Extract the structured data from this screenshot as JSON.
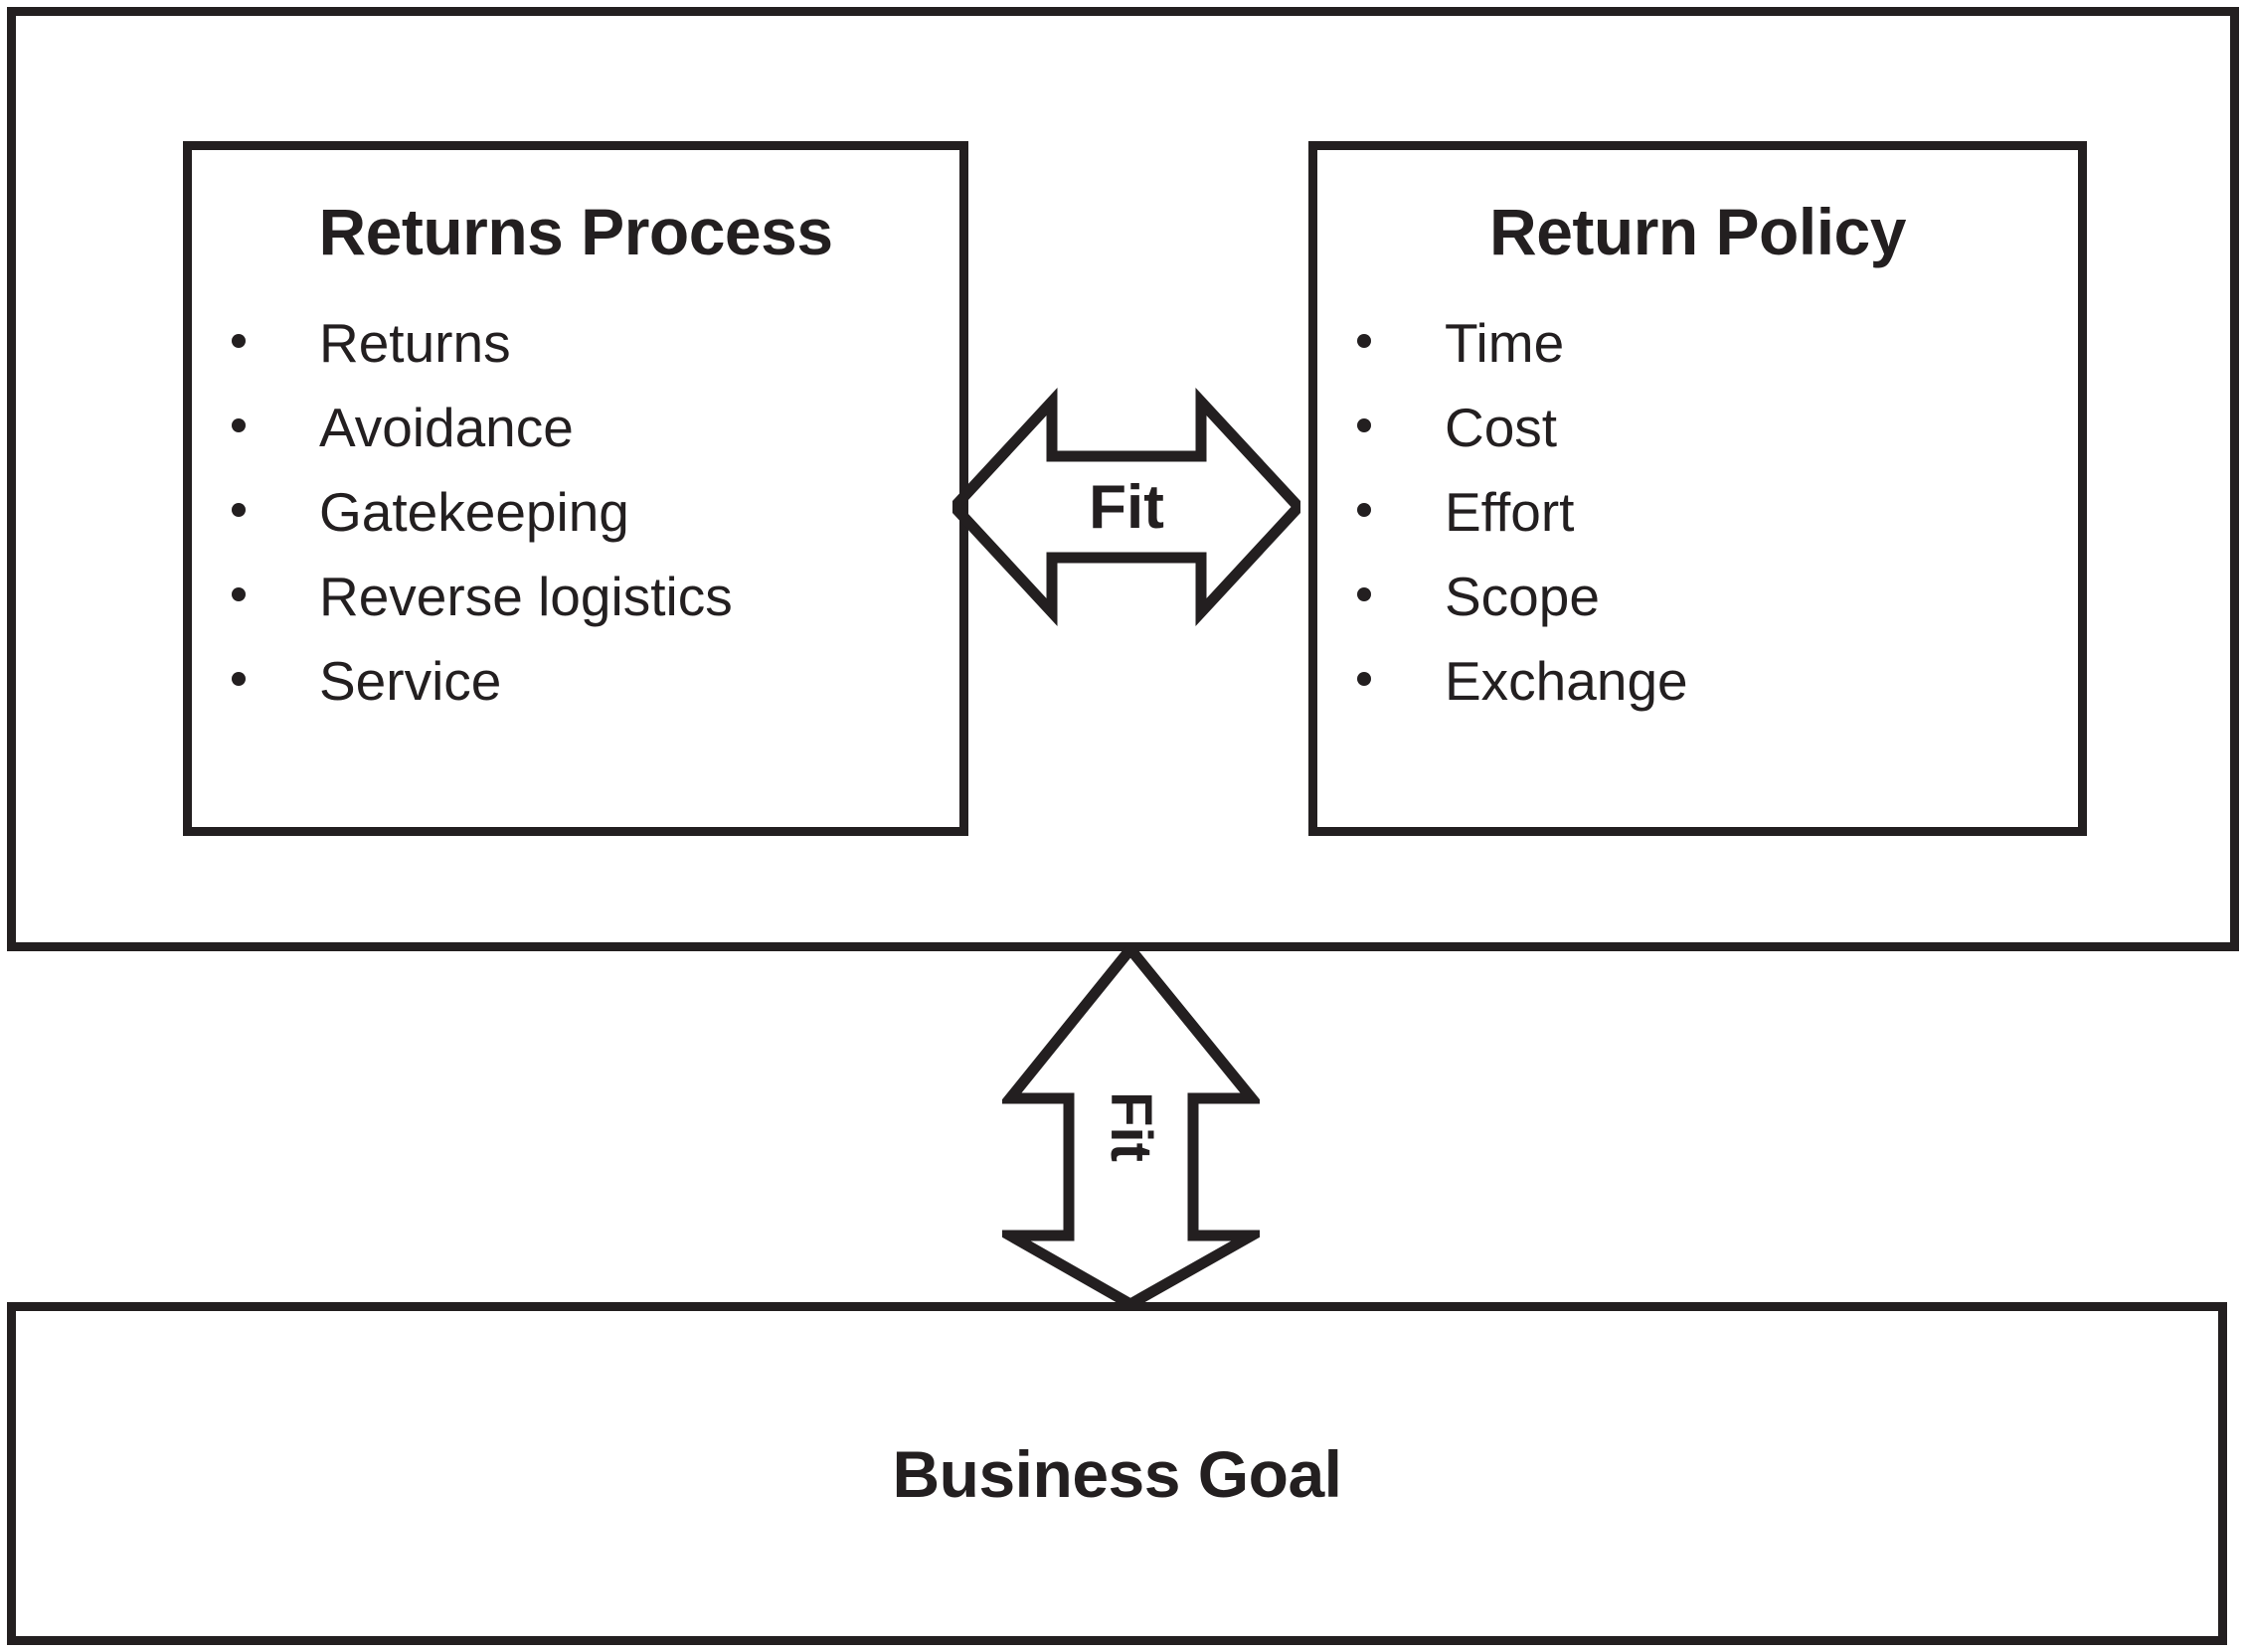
{
  "diagram": {
    "title": "Returns Process / Return Policy / Business Goal fit framework",
    "line_color": "#231f20",
    "background_color": "#ffffff"
  },
  "top_container": {
    "left_box": {
      "title": "Returns Process",
      "items": [
        "Returns",
        "Avoidance",
        "Gatekeeping",
        "Reverse logistics",
        "Service"
      ]
    },
    "right_box": {
      "title": "Return Policy",
      "items": [
        "Time",
        "Cost",
        "Effort",
        "Scope",
        "Exchange"
      ]
    },
    "horizontal_connector": {
      "label": "Fit",
      "icon": "double-headed-horizontal-arrow-icon"
    }
  },
  "vertical_connector": {
    "label": "Fit",
    "icon": "double-headed-vertical-arrow-icon"
  },
  "bottom_box": {
    "title": "Business Goal"
  }
}
